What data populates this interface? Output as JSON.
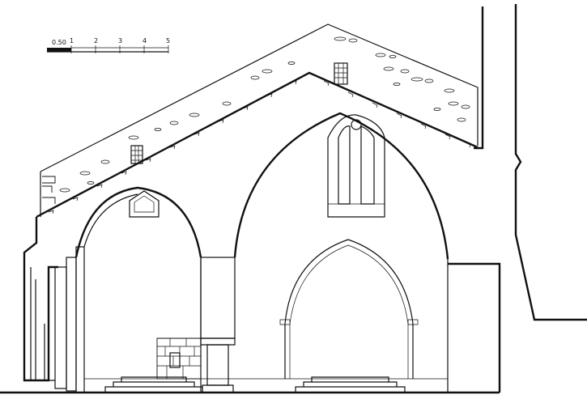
{
  "scale_bar": {
    "labels": [
      "0.50",
      "1",
      "2",
      "3",
      "4",
      "5"
    ]
  },
  "colors": {
    "ink": "#111111",
    "paper": "#ffffff"
  }
}
